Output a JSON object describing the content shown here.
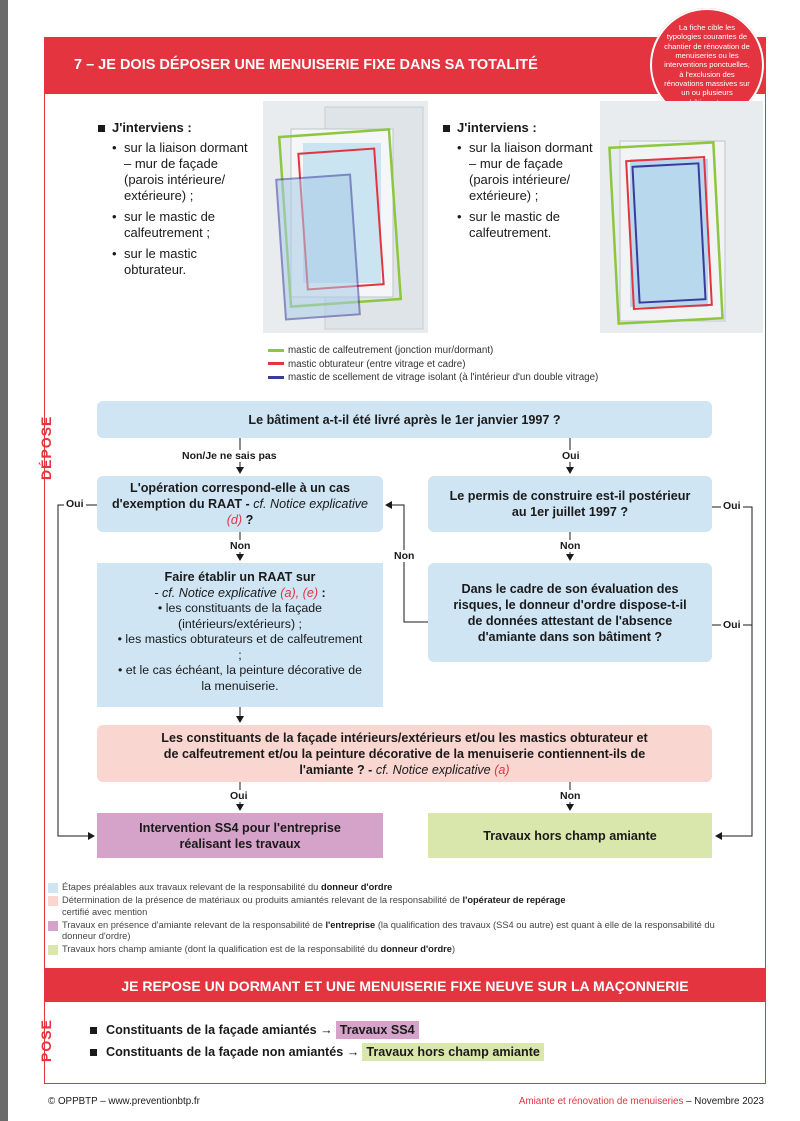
{
  "header": {
    "title": "7 – JE DOIS DÉPOSER UNE MENUISERIE FIXE DANS SA TOTALITÉ"
  },
  "badge": {
    "text": "La fiche cible les typologies courantes de chantier de rénovation de menuiseries ou les interventions ponctuelles, à l'exclusion des rénovations massives sur un ou plusieurs bâtiments."
  },
  "left_block": {
    "heading": "J'interviens :",
    "items": [
      "sur la liaison dormant – mur de façade (parois intérieure/ extérieure) ;",
      "sur le mastic de calfeutrement ;",
      "sur le mastic obturateur."
    ]
  },
  "right_block": {
    "heading": "J'interviens :",
    "items": [
      "sur la liaison dormant – mur de façade (parois intérieure/ extérieure) ;",
      "sur le mastic de calfeutrement."
    ]
  },
  "mastic_legend": [
    {
      "color": "#8dc63f",
      "label": "mastic de calfeutrement (jonction mur/dormant)"
    },
    {
      "color": "#e3343f",
      "label": "mastic obturateur (entre vitrage et cadre)"
    },
    {
      "color": "#3b3b9c",
      "label": "mastic de scellement de vitrage isolant (à l'intérieur d'un double vitrage)"
    }
  ],
  "side_label_depose": "DÉPOSE",
  "side_label_pose": "POSE",
  "flow": {
    "q1": "Le bâtiment a-t-il été livré après le 1er janvier 1997 ?",
    "q_exemption_a": "L'opération correspond-elle à un cas d'exemption du RAAT -",
    "q_exemption_b": "cf. Notice explicative",
    "q_exemption_c": "(d)",
    "q_exemption_d": "?",
    "q_permis": "Le permis de construire est-il postérieur au 1er juillet 1997 ?",
    "raat_title": "Faire établir un RAAT sur",
    "raat_ref_a": "- cf. Notice explicative",
    "raat_ref_b": "(a), (e)",
    "raat_ref_c": ":",
    "raat_items": [
      "les constituants de la façade (intérieurs/extérieurs) ;",
      "les mastics obturateurs et de calfeutrement ;",
      "et le cas échéant, la peinture décorative de la menuiserie."
    ],
    "q_donneur": "Dans le cadre de son évaluation des risques, le donneur d'ordre dispose-t-il de données attestant de l'absence d'amiante dans son bâtiment ?",
    "q_amiante_a": "Les constituants de la façade intérieurs/extérieurs et/ou les mastics obturateur et de calfeutrement et/ou la peinture décorative de la menuiserie contiennent-ils de l'amiante ? -",
    "q_amiante_b": "cf. Notice explicative",
    "q_amiante_c": "(a)",
    "result_ss4": "Intervention SS4 pour l'entreprise réalisant les travaux",
    "result_hors": "Travaux hors champ amiante",
    "labels": {
      "non_jnsp": "Non/Je ne sais pas",
      "oui": "Oui",
      "non": "Non"
    }
  },
  "legend": [
    {
      "color": "#cfe5f4",
      "text": "Étapes préalables aux travaux relevant de la responsabilité du",
      "bold": "donneur d'ordre",
      "tail": ""
    },
    {
      "color": "#f9d6cf",
      "text": "Détermination de la présence de matériaux ou produits amiantés relevant de la responsabilité de",
      "bold": "l'opérateur de repérage",
      "tail": "certifié avec mention"
    },
    {
      "color": "#d5a3c9",
      "text": "Travaux en présence d'amiante relevant de la responsabilité de",
      "bold": "l'entreprise",
      "tail": "(la qualification des travaux (SS4 ou autre) est quant à elle de la responsabilité du donneur d'ordre)"
    },
    {
      "color": "#d9e7ad",
      "text": "Travaux hors champ amiante (dont la qualification est de la responsabilité du",
      "bold": "donneur d'ordre",
      "tail": ")"
    }
  ],
  "pose_section": {
    "title": "JE REPOSE UN DORMANT ET UNE MENUISERIE FIXE NEUVE SUR LA MAÇONNERIE",
    "line1": "Constituants de la façade amiantés →",
    "tag1": "Travaux SS4",
    "line2": "Constituants de la façade non amiantés →",
    "tag2": "Travaux hors champ amiante"
  },
  "footer": {
    "left": "© OPPBTP – www.preventionbtp.fr",
    "right_a": "Amiante et rénovation de menuiseries",
    "right_b": "– Novembre 2023"
  }
}
